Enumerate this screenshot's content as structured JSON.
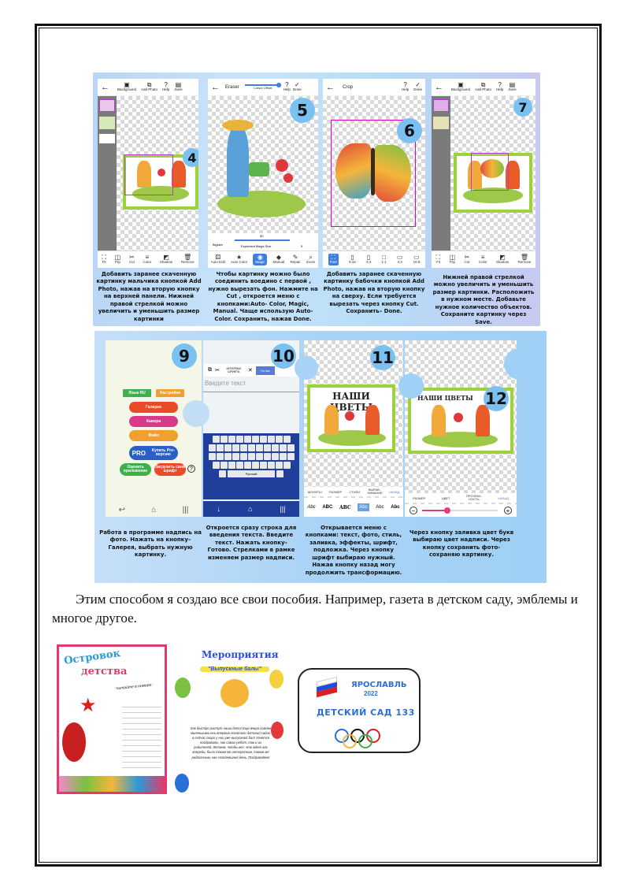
{
  "panels": {
    "p4": {
      "step": "4",
      "toolbar": [
        "Background",
        "Add Photo",
        "Help",
        "Save"
      ],
      "bottom": [
        "Fit",
        "Flip",
        "Cut",
        "Color",
        "Shadow",
        "Remove"
      ],
      "caption": "Добавить заранее скаченную картинку мальчика кнопкой Add Photo, нажав на вторую кнопку на верхней панели. Нижней правой стрелкой можно увеличить и уменьшить размер картинки"
    },
    "p5": {
      "step": "5",
      "title": "Eraser",
      "cursor_label": "Cursor Offset",
      "help": "Help",
      "done": "Done",
      "bigsize": "Bigsize",
      "magic_size": "Expectant Magic Size",
      "magic_value": "5",
      "slider_value": "50",
      "bottom": [
        "Auto Edit",
        "Auto Color",
        "Magic",
        "Manual",
        "Repair",
        "Zoom"
      ],
      "caption": "Чтобы картинку можно было соединить воедино с первой , нужно вырезать фон. Нажмите на Cut , откроется меню с кнопками:Auto- Color, Magic, Manual. Чаще использую Auto-Color. Сохранить, нажав Done."
    },
    "p6": {
      "step": "6",
      "title": "Crop",
      "help": "Help",
      "done": "Done",
      "bottom": [
        "Free",
        "9:16",
        "3:4",
        "1:1",
        "4:3",
        "16:9"
      ],
      "caption": "Добавить заранее скаченную картинку бабочки кнопкой Add Photo, нажав на вторую кнопку на сверху. Если требуется вырезать через кнопку Cut. Сохранить– Done."
    },
    "p7": {
      "step": "7",
      "toolbar": [
        "Background",
        "Add Photo",
        "Help",
        "Save"
      ],
      "bottom": [
        "Fit",
        "Flip",
        "Cut",
        "Color",
        "Shadow",
        "Remove"
      ],
      "caption": "Нижней правой стрелкой можно увеличить и уменьшить размер картинки. Расположить в нужном месте. Добавьте нужное количество объектов. Сохраните картинку через Save."
    },
    "p9": {
      "step": "9",
      "lang": "Язык RU",
      "settings": "Настройки",
      "gallery": "Галерея",
      "camera": "Камера",
      "file": "Файл",
      "pro": "PRO",
      "buy": "Купить Pro-версию",
      "rate": "Оценить приложение",
      "load_font": "Загрузить свой шрифт",
      "caption": "Работа в программе надпись на фото. Нажать на кнопку– Галерея, выбрать нужную картинку."
    },
    "p10": {
      "step": "10",
      "interval": "ИНТЕРВАЛ ШРИФТА",
      "ready": "Готово",
      "placeholder": "Введите текст",
      "keyboard_lang": "Русский",
      "caption": "Откроется сразу строка для введения текста. Введите текст. Нажать кнопку– Готово. Стрелками в рамке изменяем размер надписи."
    },
    "p11": {
      "step": "11",
      "banner": "НАШИ ЦВЕТЫ",
      "tabs": [
        "ШРИФТЫ",
        "РАЗМЕР",
        "СТИЛИ",
        "ВЫРАВ-НИВАНИЕ",
        "НАЗАД"
      ],
      "fonts": [
        "Abc",
        "ABC",
        "ABC",
        "Abc",
        "Abc",
        "Abc"
      ],
      "caption": "Открывается меню с кнопками: текст, фото, стиль, заливка, эффекты, шрифт, подложка. Через кнопку шрифт выбираю нужный. Нажав кнопку назад могу продолжить трансформацию."
    },
    "p12": {
      "step": "12",
      "banner": "НАШИ ЦВЕТЫ",
      "tabs": [
        "РАЗМЕР",
        "ЦВЕТ",
        "ПРОЗРАЧ-НОСТЬ",
        "НАЗАД"
      ],
      "caption": "Через кнопку заливка цвет букв выбираю цвет надписи. Через кнопку сохранить фото- сохраняю картинку."
    }
  },
  "body_text": "Этим способом я создаю все свои пособия. Например, газета в детском саду, эмблемы и многое другое.",
  "examples": {
    "newspaper": {
      "title1": "Островок",
      "title2": "детства",
      "subtitle": "Читайте в номере:"
    },
    "event": {
      "title": "Мероприятия",
      "subtitle": "\"Выпускные балы\"",
      "text": "Как быстро растут наши дети! Еще вчера совсем маленькими они впервые посетили детский садик, а сейчас скоро у них уже выпускной бал! Хочется поздравить, как самих ребят, так и их родителей. Желаем, чтобы все, что ждет вас впереди, было таким же интересным, таким же радостным, как сегодняшний день. Поздравляем!"
    },
    "emblem": {
      "city": "ЯРОСЛАВЛЬ",
      "year": "2022",
      "name": "ДЕТСКИЙ САД 133"
    }
  },
  "colors": {
    "accent_blue": "#7ac1f2",
    "frame_green": "#9ed23b",
    "crop_magenta": "#e000c0"
  }
}
